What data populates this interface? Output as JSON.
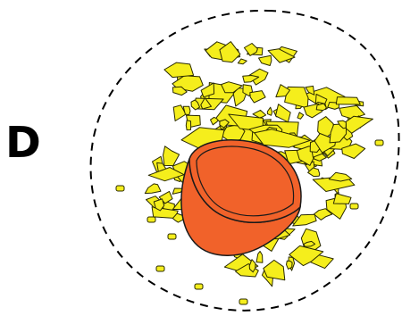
{
  "figure": {
    "panel_label": "D",
    "colors": {
      "background": "#ffffff",
      "fragment_fill": "#f5ee1c",
      "fragment_stroke": "#2a2a00",
      "bowl_fill": "#f1622a",
      "bowl_stroke": "#1a1a1a",
      "boundary_stroke": "#000000"
    },
    "elements": {
      "boundary": "dashed-outline",
      "fragments": "scattered-yellow-shards",
      "bowl": "orange-cup"
    }
  }
}
